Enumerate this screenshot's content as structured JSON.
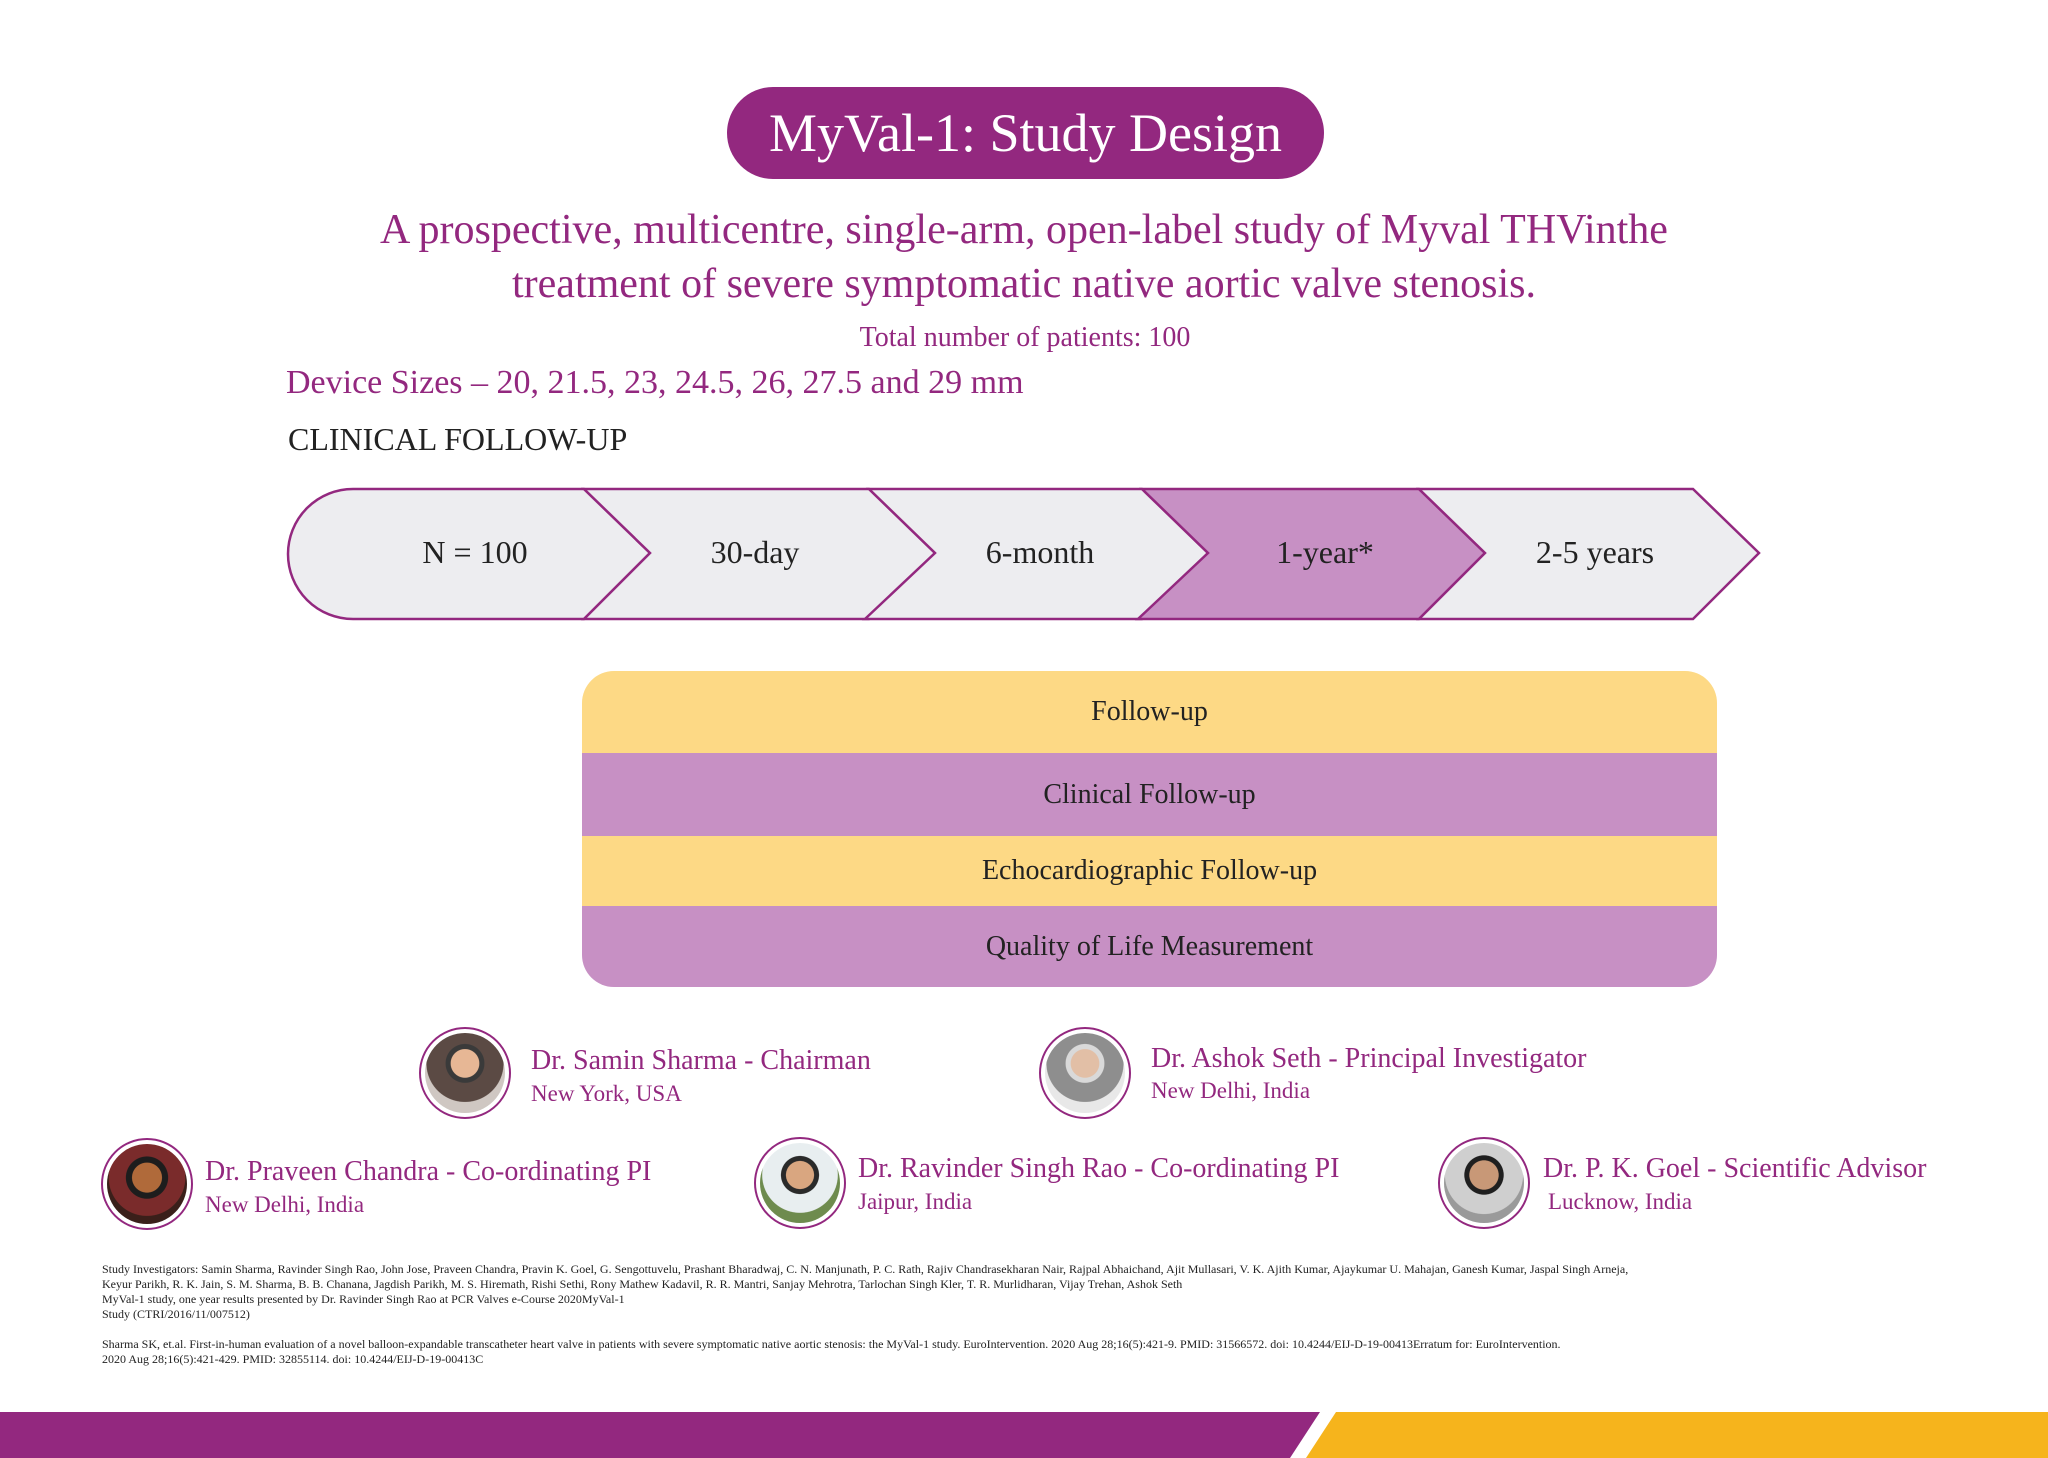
{
  "title": "MyVal-1: Study Design",
  "subtitle_line1": "A prospective, multicentre, single-arm, open-label study of Myval THVinthe",
  "subtitle_line2": "treatment of severe symptomatic native aortic valve stenosis.",
  "total_patients": "Total number of patients: 100",
  "device_sizes": "Device Sizes – 20, 21.5, 23, 24.5, 26, 27.5 and 29 mm",
  "followup_heading": "CLINICAL FOLLOW-UP",
  "timeline": [
    {
      "label": "N = 100",
      "highlight": false
    },
    {
      "label": "30-day",
      "highlight": false
    },
    {
      "label": "6-month",
      "highlight": false
    },
    {
      "label": "1-year*",
      "highlight": true
    },
    {
      "label": "2-5 years",
      "highlight": false
    }
  ],
  "followup_rows": [
    {
      "label": "Follow-up",
      "color": "yellow"
    },
    {
      "label": "Clinical Follow-up",
      "color": "purple"
    },
    {
      "label": "Echocardiographic Follow-up",
      "color": "yellow"
    },
    {
      "label": "Quality of Life Measurement",
      "color": "purple"
    }
  ],
  "people": [
    {
      "name": "Dr. Samin Sharma - Chairman",
      "location": "New York, USA"
    },
    {
      "name": "Dr. Ashok Seth - Principal Investigator",
      "location": "New Delhi, India"
    },
    {
      "name": "Dr. Praveen Chandra - Co-ordinating PI",
      "location": "New Delhi, India"
    },
    {
      "name": "Dr. Ravinder Singh Rao - Co-ordinating PI",
      "location": "Jaipur, India"
    },
    {
      "name": "Dr. P. K. Goel - Scientific Advisor",
      "location": "Lucknow, India"
    }
  ],
  "footnotes": {
    "investigators_line1": "Study Investigators: Samin Sharma, Ravinder Singh Rao, John Jose, Praveen Chandra, Pravin K. Goel, G. Sengottuvelu, Prashant Bharadwaj, C. N. Manjunath, P. C. Rath, Rajiv Chandrasekharan Nair, Rajpal Abhaichand, Ajit Mullasari, V. K. Ajith Kumar, Ajaykumar U. Mahajan, Ganesh Kumar, Jaspal Singh Arneja,",
    "investigators_line2": "Keyur Parikh, R. K. Jain, S. M. Sharma, B. B. Chanana, Jagdish Parikh, M. S. Hiremath, Rishi Sethi, Rony Mathew Kadavil, R. R. Mantri, Sanjay Mehrotra, Tarlochan Singh Kler, T. R. Murlidharan, Vijay Trehan, Ashok Seth",
    "results_line1": "MyVal-1 study, one year results presented by Dr. Ravinder Singh Rao at PCR Valves e-Course 2020MyVal-1",
    "results_line2": "Study (CTRI/2016/11/007512)",
    "reference_line1": "Sharma SK, et.al. First-in-human evaluation of a novel balloon-expandable transcatheter heart valve in patients with severe symptomatic native aortic stenosis: the MyVal-1 study. EuroIntervention. 2020 Aug 28;16(5):421-9. PMID: 31566572. doi: 10.4244/EIJ-D-19-00413Erratum for: EuroIntervention.",
    "reference_line2": "2020 Aug 28;16(5):421-429. PMID: 32855114. doi: 10.4244/EIJ-D-19-00413C"
  },
  "colors": {
    "brand_purple": "#93287f",
    "light_purple": "#c790c4",
    "yellow": "#fdd985",
    "footer_yellow": "#f6b41c",
    "chevron_fill": "#ededf0"
  }
}
